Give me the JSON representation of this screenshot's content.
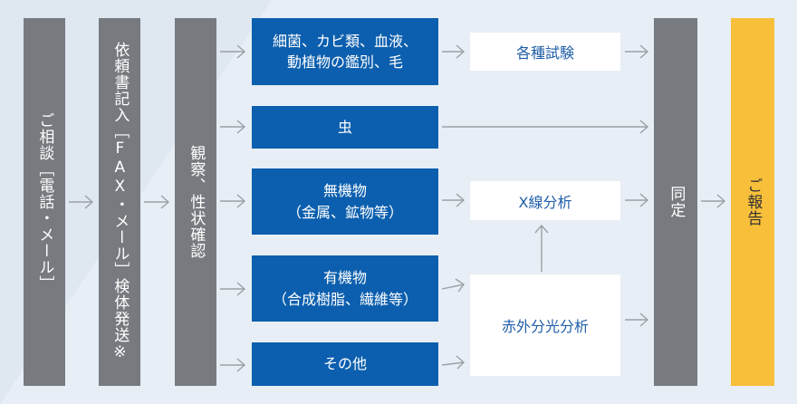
{
  "steps": {
    "consult": "ご相談［電話・メール］",
    "request": "依頼書記入［FAX・メール］検体発送※",
    "observe": "観察、性状確認",
    "identify": "同定",
    "report": "ご報告"
  },
  "categories": {
    "bacteria_line1": "細菌、カビ類、血液、",
    "bacteria_line2": "動植物の鑑別、毛",
    "insect": "虫",
    "inorganic_line1": "無機物",
    "inorganic_line2": "（金属、鉱物等）",
    "organic_line1": "有機物",
    "organic_line2": "（合成樹脂、繊維等）",
    "other": "その他"
  },
  "analyses": {
    "tests": "各種試験",
    "xray": "X線分析",
    "infrared": "赤外分光分析"
  },
  "colors": {
    "background": "#dfe7f0",
    "gray_step": "#777a7f",
    "blue_category": "#0c5fae",
    "white_analysis": "#ffffff",
    "yellow_report": "#f7bf3a",
    "arrow": "#9aa0a6"
  }
}
